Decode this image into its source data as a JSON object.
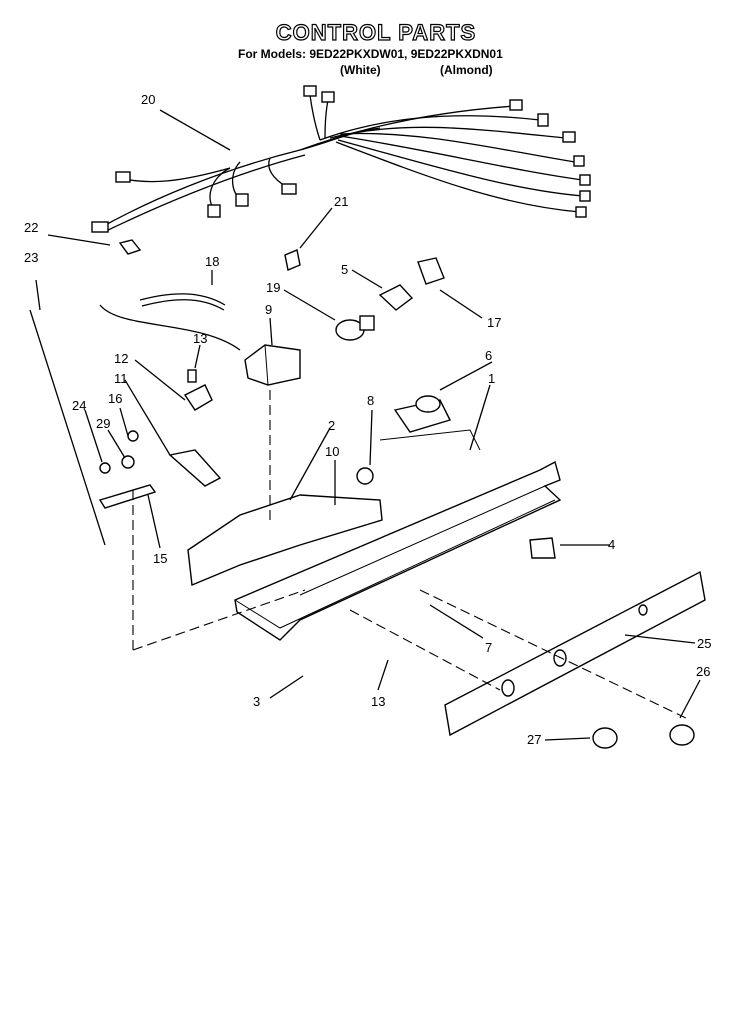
{
  "header": {
    "title": "CONTROL PARTS",
    "models": "For Models: 9ED22PKXDW01, 9ED22PKXDN01",
    "variant_white": "(White)",
    "variant_almond": "(Almond)"
  },
  "callouts": [
    {
      "id": "c1",
      "label": "1"
    },
    {
      "id": "c2",
      "label": "2"
    },
    {
      "id": "c3",
      "label": "3"
    },
    {
      "id": "c4",
      "label": "4"
    },
    {
      "id": "c5",
      "label": "5"
    },
    {
      "id": "c6",
      "label": "6"
    },
    {
      "id": "c7",
      "label": "7"
    },
    {
      "id": "c8",
      "label": "8"
    },
    {
      "id": "c9",
      "label": "9"
    },
    {
      "id": "c10",
      "label": "10"
    },
    {
      "id": "c11",
      "label": "11"
    },
    {
      "id": "c12",
      "label": "12"
    },
    {
      "id": "c13a",
      "label": "13"
    },
    {
      "id": "c13b",
      "label": "13"
    },
    {
      "id": "c15",
      "label": "15"
    },
    {
      "id": "c16",
      "label": "16"
    },
    {
      "id": "c17",
      "label": "17"
    },
    {
      "id": "c18",
      "label": "18"
    },
    {
      "id": "c19",
      "label": "19"
    },
    {
      "id": "c20",
      "label": "20"
    },
    {
      "id": "c21",
      "label": "21"
    },
    {
      "id": "c22",
      "label": "22"
    },
    {
      "id": "c23",
      "label": "23"
    },
    {
      "id": "c24",
      "label": "24"
    },
    {
      "id": "c25",
      "label": "25"
    },
    {
      "id": "c26",
      "label": "26"
    },
    {
      "id": "c27",
      "label": "27"
    },
    {
      "id": "c29",
      "label": "29"
    }
  ]
}
